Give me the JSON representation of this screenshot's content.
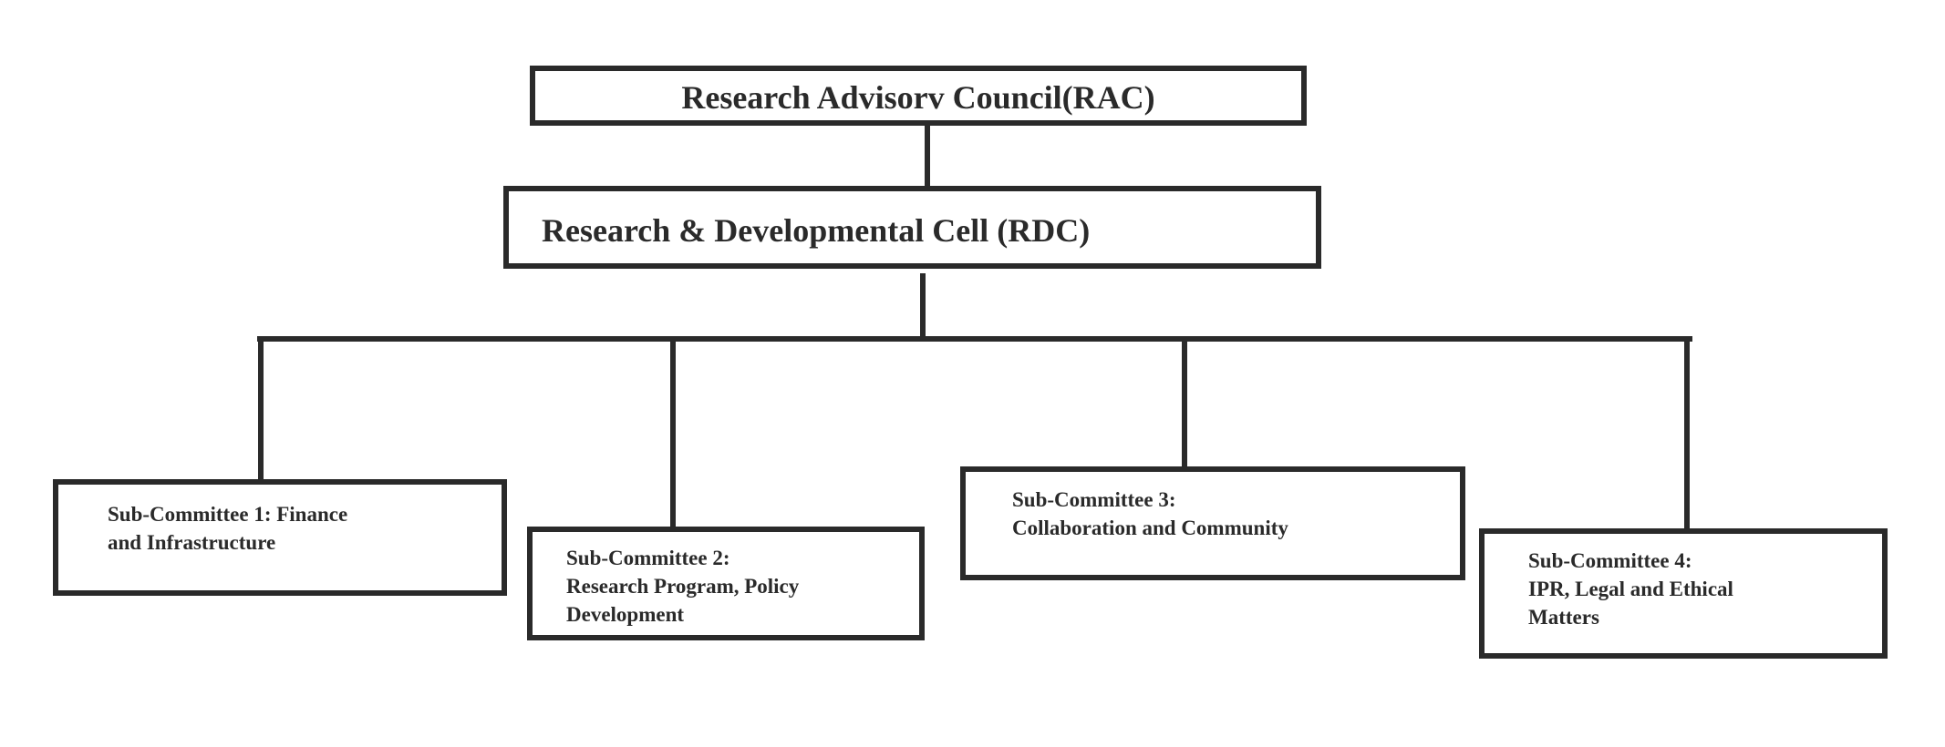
{
  "chart": {
    "top": "Research Advisorv Council(RAC)",
    "middle": "Research & Developmental Cell (RDC)",
    "subcommittees": [
      {
        "line1": "Sub-Committee 1: Finance",
        "line2": "and Infrastructure",
        "line3": ""
      },
      {
        "line1": "Sub-Committee 2:",
        "line2": "Research Program, Policy",
        "line3": "Development"
      },
      {
        "line1": "Sub-Committee 3:",
        "line2": "Collaboration and Community",
        "line3": ""
      },
      {
        "line1": "Sub-Committee 4:",
        "line2": "IPR, Legal and Ethical",
        "line3": "Matters"
      }
    ]
  }
}
